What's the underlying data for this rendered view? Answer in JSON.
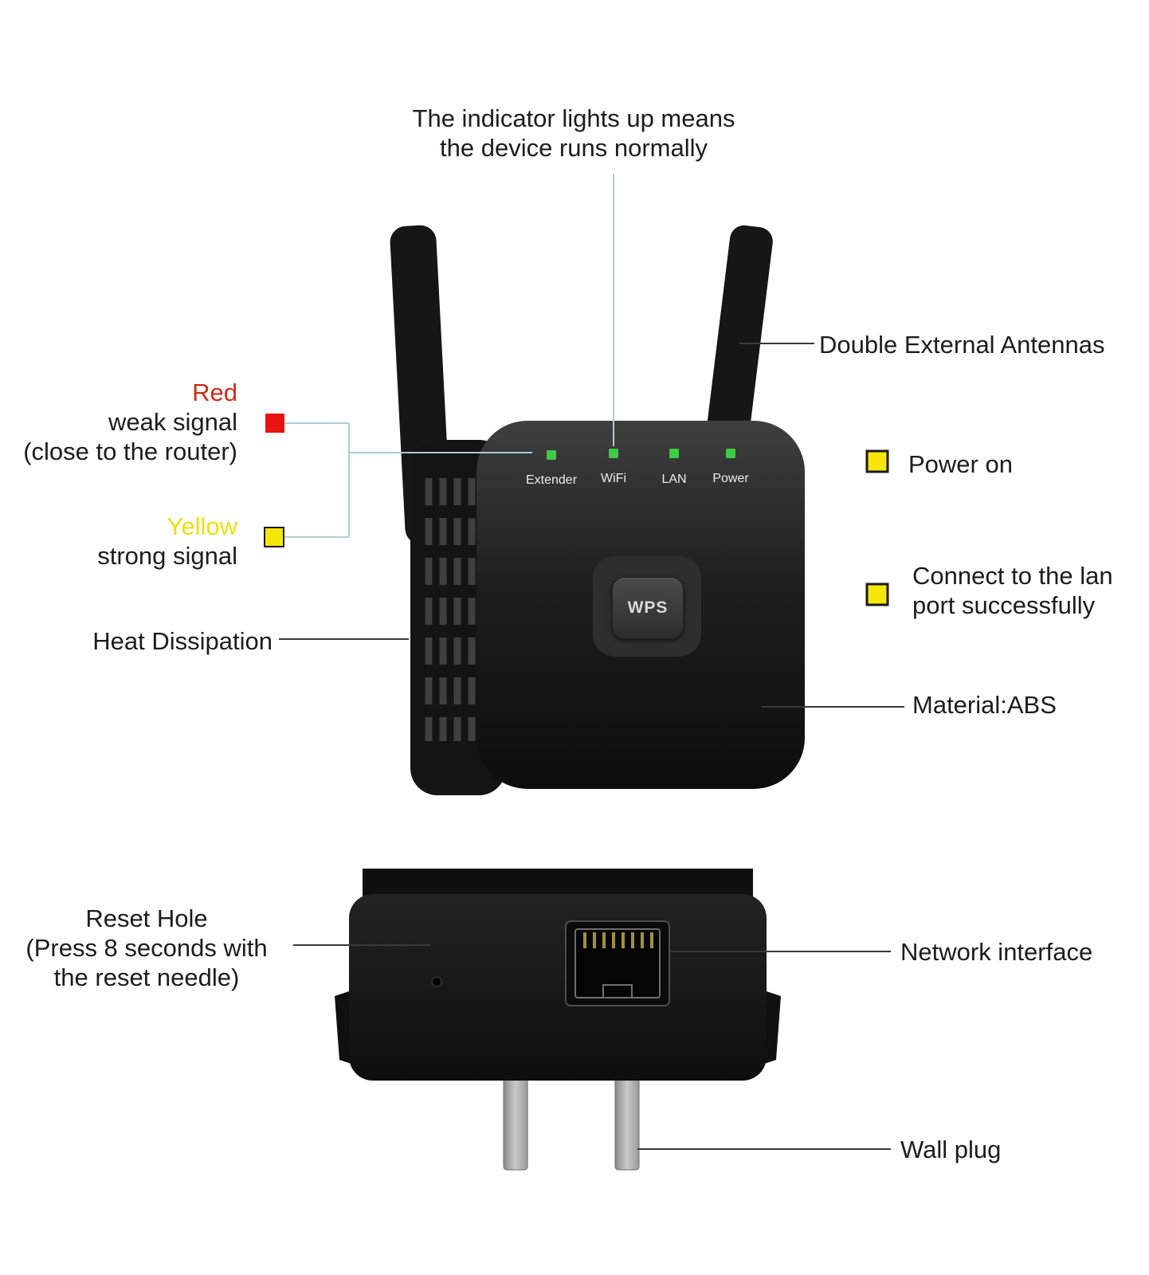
{
  "annotations": {
    "indicator": {
      "line1": "The indicator lights up means",
      "line2": "the device runs normally"
    },
    "antennas_label": "Double External Antennas",
    "red_signal": {
      "title": "Red",
      "line1": "weak signal",
      "line2": "(close to the router)"
    },
    "yellow_signal": {
      "title": "Yellow",
      "line1": "strong signal"
    },
    "heat_label": "Heat Dissipation",
    "power_on_label": "Power on",
    "lan_success": {
      "line1": "Connect to the lan",
      "line2": "port successfully"
    },
    "material_label": "Material:ABS",
    "reset_hole": {
      "line1": "Reset Hole",
      "line2": "(Press 8 seconds with",
      "line3": "the reset needle)"
    },
    "network_label": "Network interface",
    "wall_plug_label": "Wall plug"
  },
  "device": {
    "led_labels": [
      "Extender",
      "WiFi",
      "LAN",
      "Power"
    ],
    "wps_button": "WPS"
  },
  "colors": {
    "red_indicator": "#e81414",
    "yellow_indicator": "#f5e60a",
    "led_green": "#3ecb46",
    "callout_blue": "#a9cdd9",
    "callout_dark": "#3a3a3a",
    "device_black": "#1a1a1a",
    "background": "#ffffff"
  }
}
